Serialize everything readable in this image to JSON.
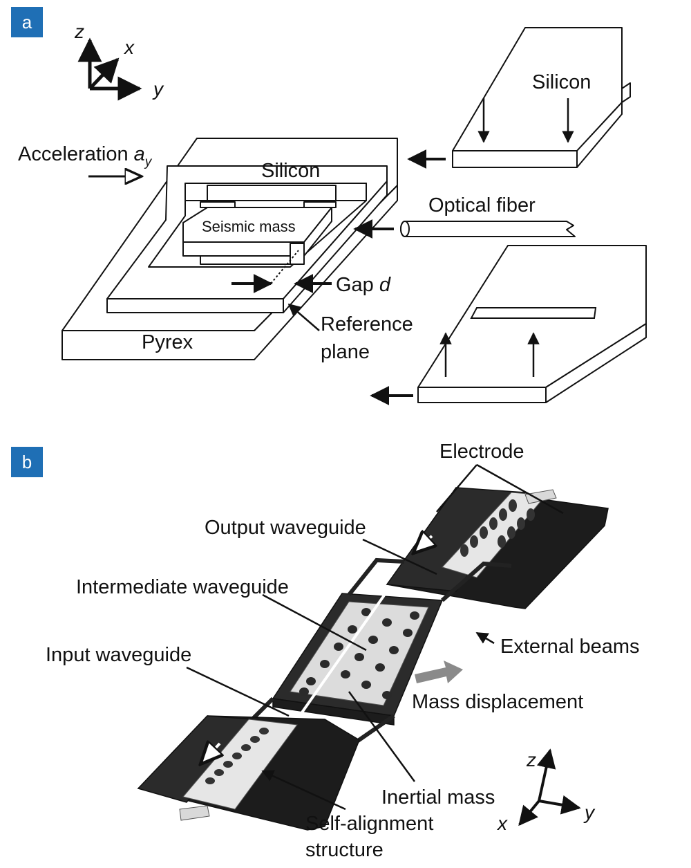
{
  "panels": {
    "a": {
      "badge": "a",
      "axes": {
        "z": "z",
        "x": "x",
        "y": "y"
      },
      "labels": {
        "acceleration": "Acceleration ",
        "acceleration_var": "a",
        "acceleration_sub": "y",
        "silicon_top": "Silicon",
        "silicon_frame": "Silicon",
        "optical_fiber": "Optical fiber",
        "seismic_mass": "Seismic mass",
        "gap": "Gap ",
        "gap_var": "d",
        "reference_line1": "Reference",
        "reference_line2": "plane",
        "pyrex": "Pyrex"
      }
    },
    "b": {
      "badge": "b",
      "axes": {
        "z": "z",
        "x": "x",
        "y": "y"
      },
      "labels": {
        "electrode": "Electrode",
        "output_waveguide": "Output waveguide",
        "intermediate_waveguide": "Intermediate waveguide",
        "external_beams": "External beams",
        "input_waveguide": "Input waveguide",
        "mass_displacement": "Mass displacement",
        "inertial_mass": "Inertial mass",
        "self_alignment_line1": "Self-alignment",
        "self_alignment_line2": "structure"
      }
    }
  },
  "colors": {
    "badge": "#1f6fb5",
    "device_dark": "#2b2b2b",
    "device_light": "#d9d9d9",
    "arrow_gray": "#8a8a8a"
  }
}
